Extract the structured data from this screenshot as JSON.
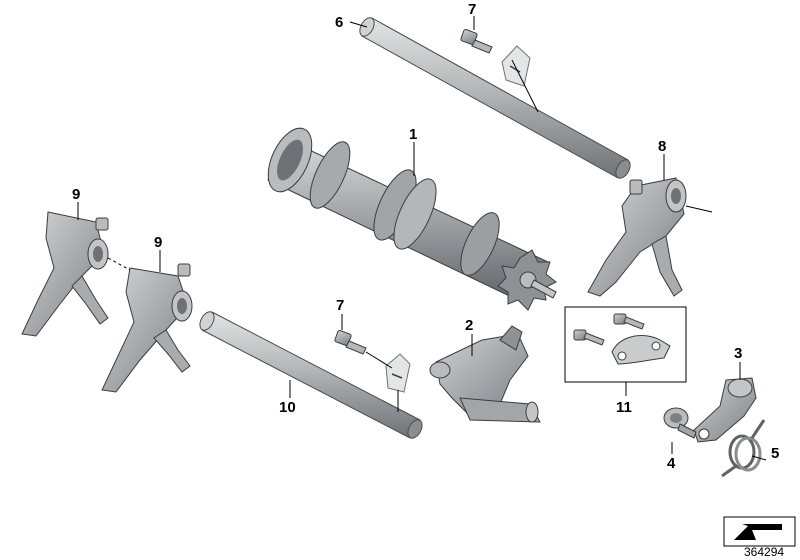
{
  "diagram": {
    "reference_number": "364294",
    "callouts": [
      {
        "id": "c1",
        "label": "1"
      },
      {
        "id": "c2",
        "label": "2"
      },
      {
        "id": "c3",
        "label": "3"
      },
      {
        "id": "c4",
        "label": "4"
      },
      {
        "id": "c5",
        "label": "5"
      },
      {
        "id": "c6",
        "label": "6"
      },
      {
        "id": "c7a",
        "label": "7"
      },
      {
        "id": "c7b",
        "label": "7"
      },
      {
        "id": "c8",
        "label": "8"
      },
      {
        "id": "c9a",
        "label": "9"
      },
      {
        "id": "c9b",
        "label": "9"
      },
      {
        "id": "c10",
        "label": "10"
      },
      {
        "id": "c11",
        "label": "11"
      }
    ],
    "colors": {
      "metal_light": "#c9cbcd",
      "metal_mid": "#a3a6a9",
      "metal_dark": "#6e7276",
      "outline": "#3a3d40"
    }
  }
}
